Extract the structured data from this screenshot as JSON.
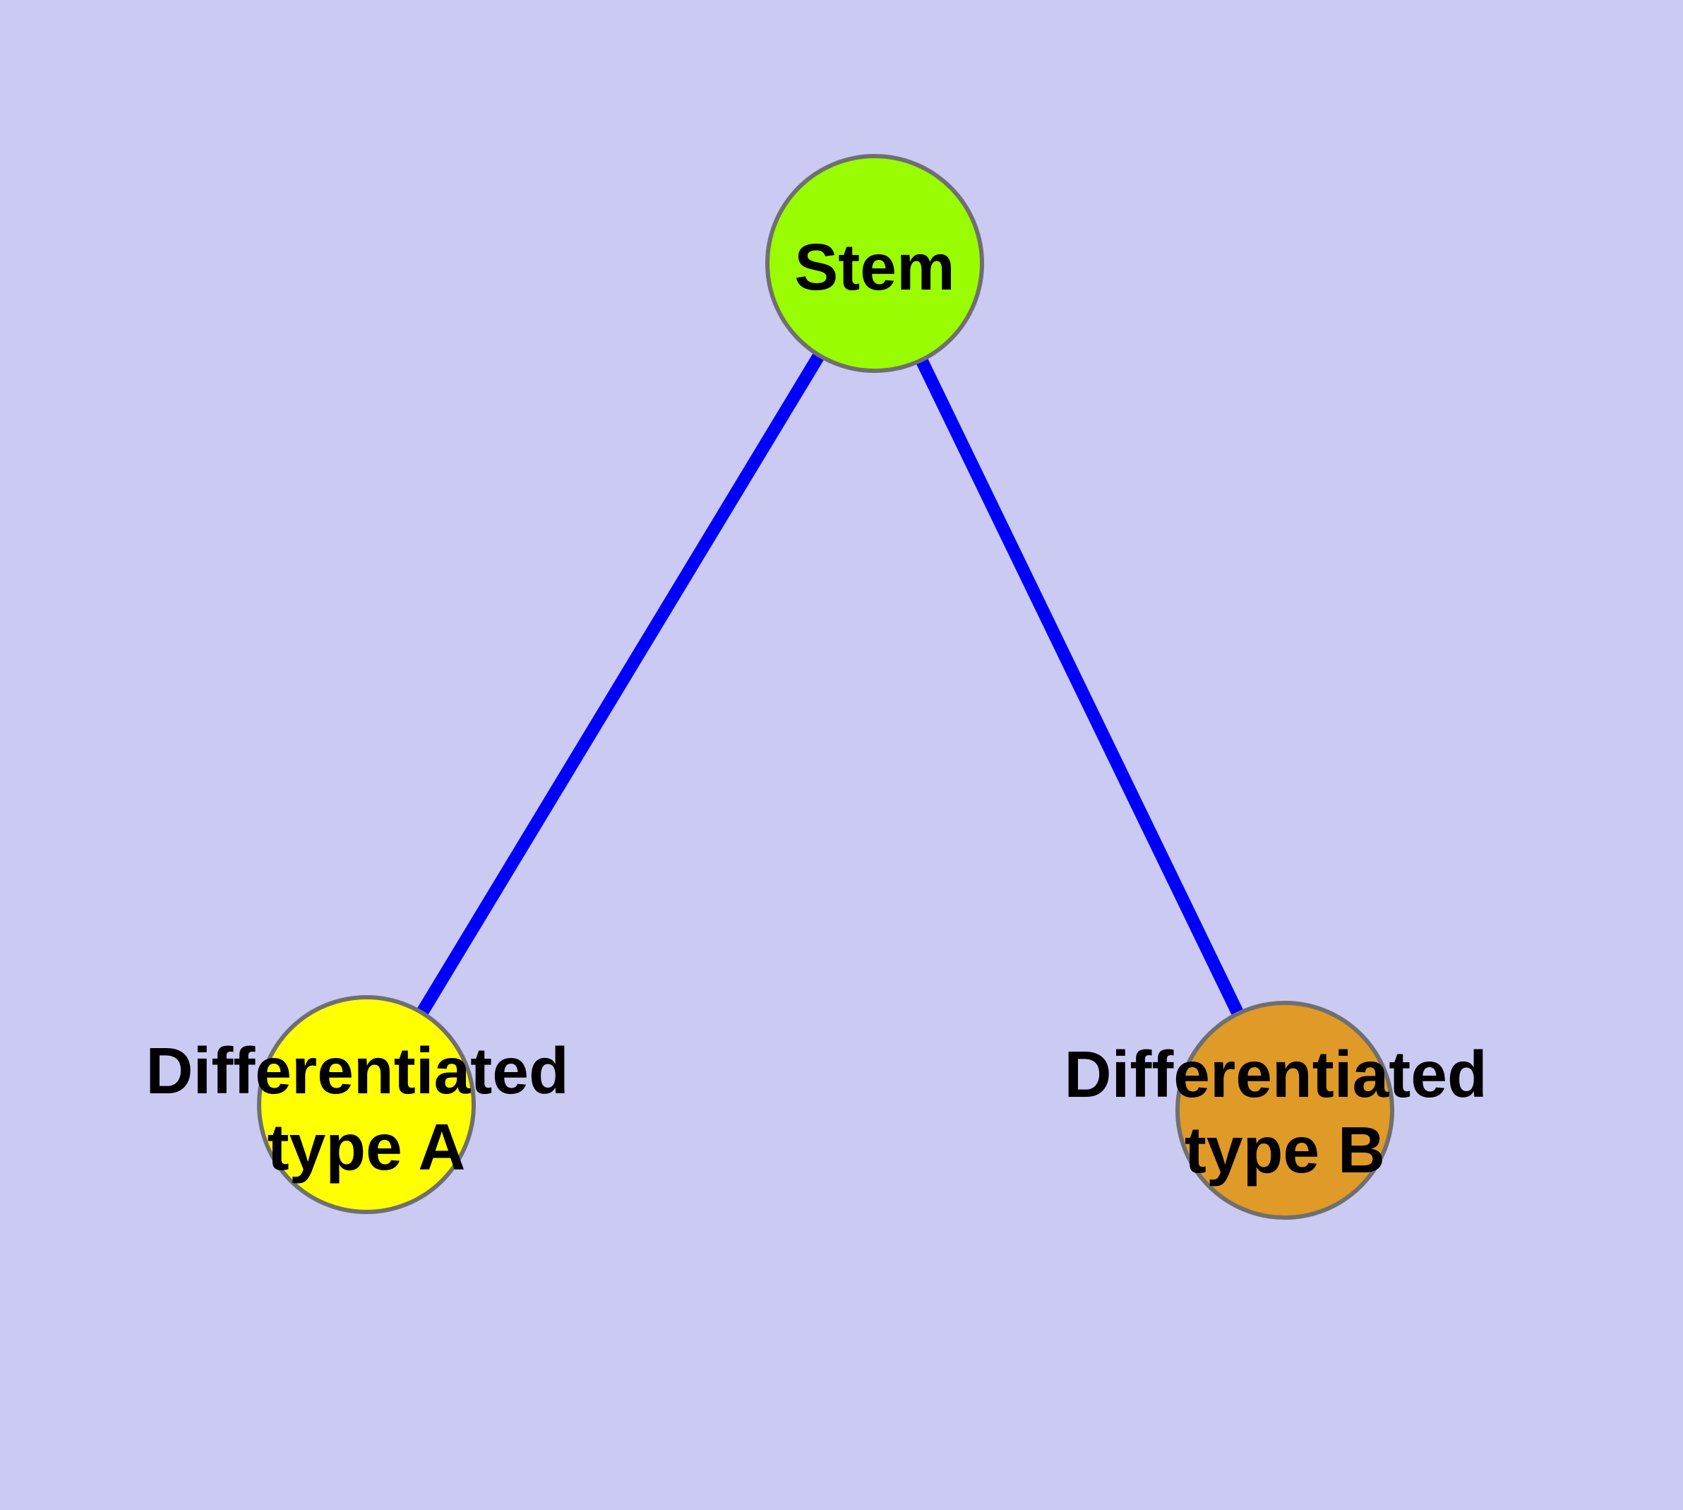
{
  "styles": {
    "background": "#CACAF3",
    "edge_color": "#0000FA",
    "node_border_color": "#6F6F6F",
    "label_color": "#000000"
  },
  "nodes": [
    {
      "name": "stem",
      "lines": [
        "Stem"
      ],
      "fill": "#99FC00"
    },
    {
      "name": "differentiated-type-a",
      "lines": [
        "Differentiated",
        "type A"
      ],
      "fill": "#FFFF00"
    },
    {
      "name": "differentiated-type-b",
      "lines": [
        "Differentiated",
        "type B"
      ],
      "fill": "#E09A28"
    }
  ],
  "edges": [
    {
      "from": "Stem",
      "to": "Differentiated type A"
    },
    {
      "from": "Stem",
      "to": "Differentiated type B"
    }
  ]
}
